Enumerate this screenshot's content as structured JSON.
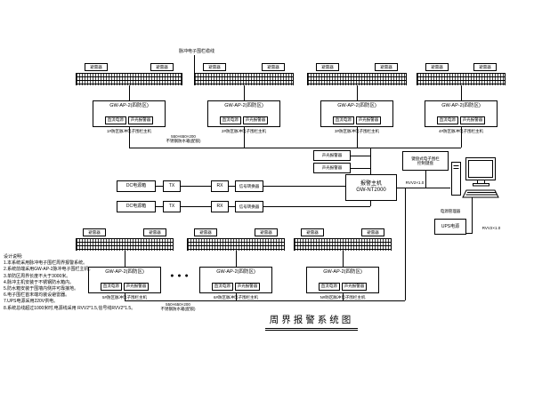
{
  "title": {
    "text": "周界报警系统图"
  },
  "labels": {
    "arrester": "避雷器",
    "fence_cable": "脉冲电子围栏缆线",
    "dc_power": "DC电源箱",
    "tx": "TX",
    "rx": "RX",
    "converter": "信号转换器",
    "sounder": "声光报警器",
    "rvv": "RVV2×1.0",
    "power_manager": "电源管理器",
    "ups": "UPS电源",
    "ellipsis": "● ● ●"
  },
  "alarm_host": {
    "name": "报警主机",
    "model": "GW-NT2000"
  },
  "keypad": {
    "line1": "键盘式电子围栏",
    "line2": "控制键盘"
  },
  "enclosure_note": {
    "line1": "550×650×200",
    "line2": "不锈钢防水箱(配锁)"
  },
  "zones_top": [
    {
      "model": "GW-AP-2(四防区)",
      "sub_left": "直流电源",
      "sub_right": "声光报警器",
      "caption": "1#防区脉冲电子围栏主机"
    },
    {
      "model": "GW-AP-2(四防区)",
      "sub_left": "直流电源",
      "sub_right": "声光报警器",
      "caption": "2#防区脉冲电子围栏主机"
    },
    {
      "model": "GW-AP-2(四防区)",
      "sub_left": "直流电源",
      "sub_right": "声光报警器",
      "caption": "3#防区脉冲电子围栏主机"
    },
    {
      "model": "GW-AP-2(四防区)",
      "sub_left": "直流电源",
      "sub_right": "声光报警器",
      "caption": "4#防区脉冲电子围栏主机"
    }
  ],
  "zones_bottom": [
    {
      "model": "GW-AP-2(四防区)",
      "sub_left": "直流电源",
      "sub_right": "声光报警器",
      "caption": "5#防区脉冲电子围栏主机"
    },
    {
      "model": "GW-AP-2(四防区)",
      "sub_left": "直流电源",
      "sub_right": "声光报警器",
      "caption": "6#防区脉冲电子围栏主机"
    },
    {
      "model": "GW-AP-2(四防区)",
      "sub_left": "直流电源",
      "sub_right": "声光报警器",
      "caption": "N#防区脉冲电子围栏主机"
    }
  ],
  "notes": {
    "header": "设计说明:",
    "items": [
      "1.本系统采用脉冲电子围栏周界报警系统。",
      "2.系统前端采用GW-AP-2脉冲电子围栏主机。",
      "3.单防区周界长度不大于3000米。",
      "4.脉冲主机安装于不锈钢防水箱内。",
      "5.防水箱安装于围墙内侧并可靠接地。",
      "6.电子围栏首末端均装设避雷器。",
      "7.UPS电源采用220V供电。",
      "8.系统总线超过1000米时,电源线采用 RVV2*1.5,信号线RVV2*1.5。"
    ]
  }
}
